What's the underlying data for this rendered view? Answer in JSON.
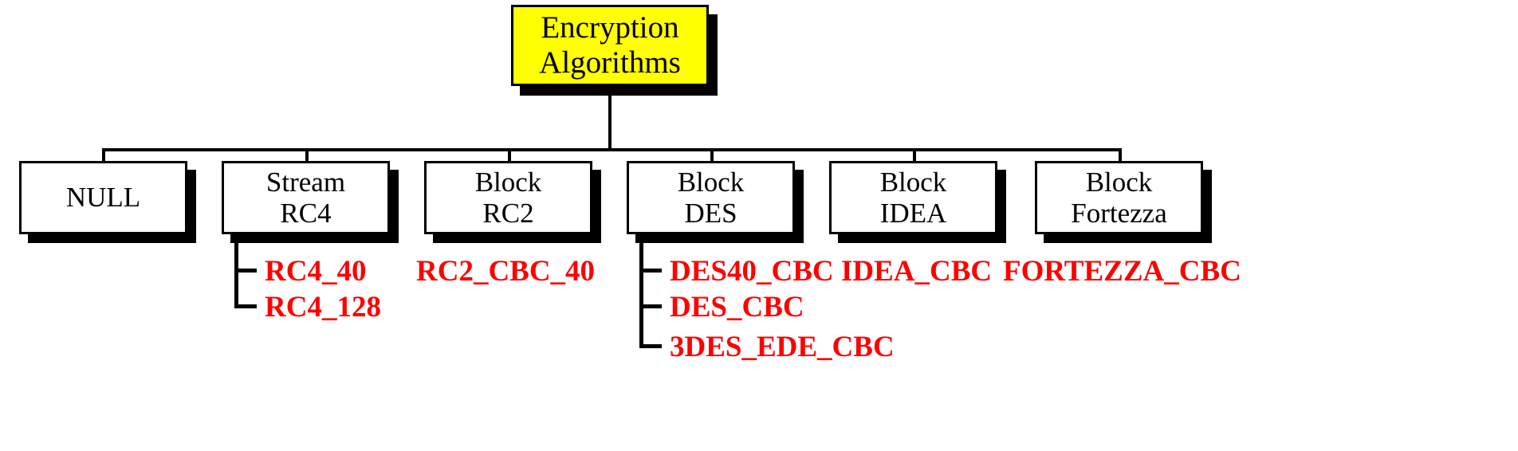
{
  "diagram": {
    "title": "Encryption Algorithms",
    "colors": {
      "root_fill": "#FFFF00",
      "node_fill": "#FFFFFF",
      "stroke": "#000000",
      "leaf_text": "#FF0000"
    },
    "root": {
      "line1": "Encryption",
      "line2": "Algorithms"
    },
    "categories": [
      {
        "line1": "NULL",
        "line2": "",
        "leaves": []
      },
      {
        "line1": "Stream",
        "line2": "RC4",
        "leaves": [
          "RC4_40",
          "RC4_128"
        ]
      },
      {
        "line1": "Block",
        "line2": "RC2",
        "leaves": [
          "RC2_CBC_40"
        ]
      },
      {
        "line1": "Block",
        "line2": "DES",
        "leaves": [
          "DES40_CBC",
          "DES_CBC",
          "3DES_EDE_CBC"
        ]
      },
      {
        "line1": "Block",
        "line2": "IDEA",
        "leaves": [
          "IDEA_CBC"
        ]
      },
      {
        "line1": "Block",
        "line2": "Fortezza",
        "leaves": [
          "FORTEZZA_CBC"
        ]
      }
    ]
  }
}
